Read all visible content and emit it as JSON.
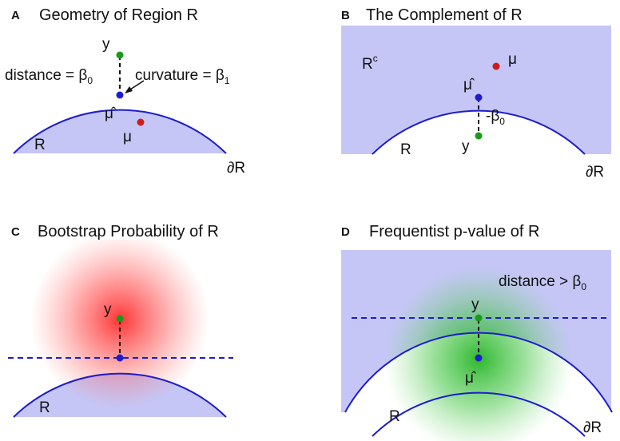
{
  "colors": {
    "region_fill": "#c5c6f6",
    "boundary": "#1d1ccf",
    "point_y": "#1a9a1a",
    "point_mu": "#cf1b1b",
    "point_muhat": "#1d1ccf",
    "bootstrap_glow": "#ff3a3a",
    "frequentist_glow": "#22b422",
    "text": "#111111"
  },
  "panels": {
    "a": {
      "letter": "A",
      "title": "Geometry of Region R",
      "y": "y",
      "distance": "distance = β",
      "distance_sub": "0",
      "curvature": "curvature = β",
      "curvature_sub": "1",
      "muhat": "μ̂",
      "mu": "μ",
      "region": "R",
      "boundary": "∂R"
    },
    "b": {
      "letter": "B",
      "title": "The Complement of R",
      "complement": "R",
      "complement_sup": "c",
      "mu": "μ",
      "muhat": "μ̂",
      "neg_beta": "-β",
      "neg_beta_sub": "0",
      "y": "y",
      "region": "R",
      "boundary": "∂R"
    },
    "c": {
      "letter": "C",
      "title": "Bootstrap Probability of  R",
      "y": "y",
      "region": "R"
    },
    "d": {
      "letter": "D",
      "title": "Frequentist p-value of R",
      "distance": "distance > β",
      "distance_sub": "0",
      "y": "y",
      "muhat": "μ̂",
      "region": "R",
      "boundary": "∂R"
    }
  }
}
